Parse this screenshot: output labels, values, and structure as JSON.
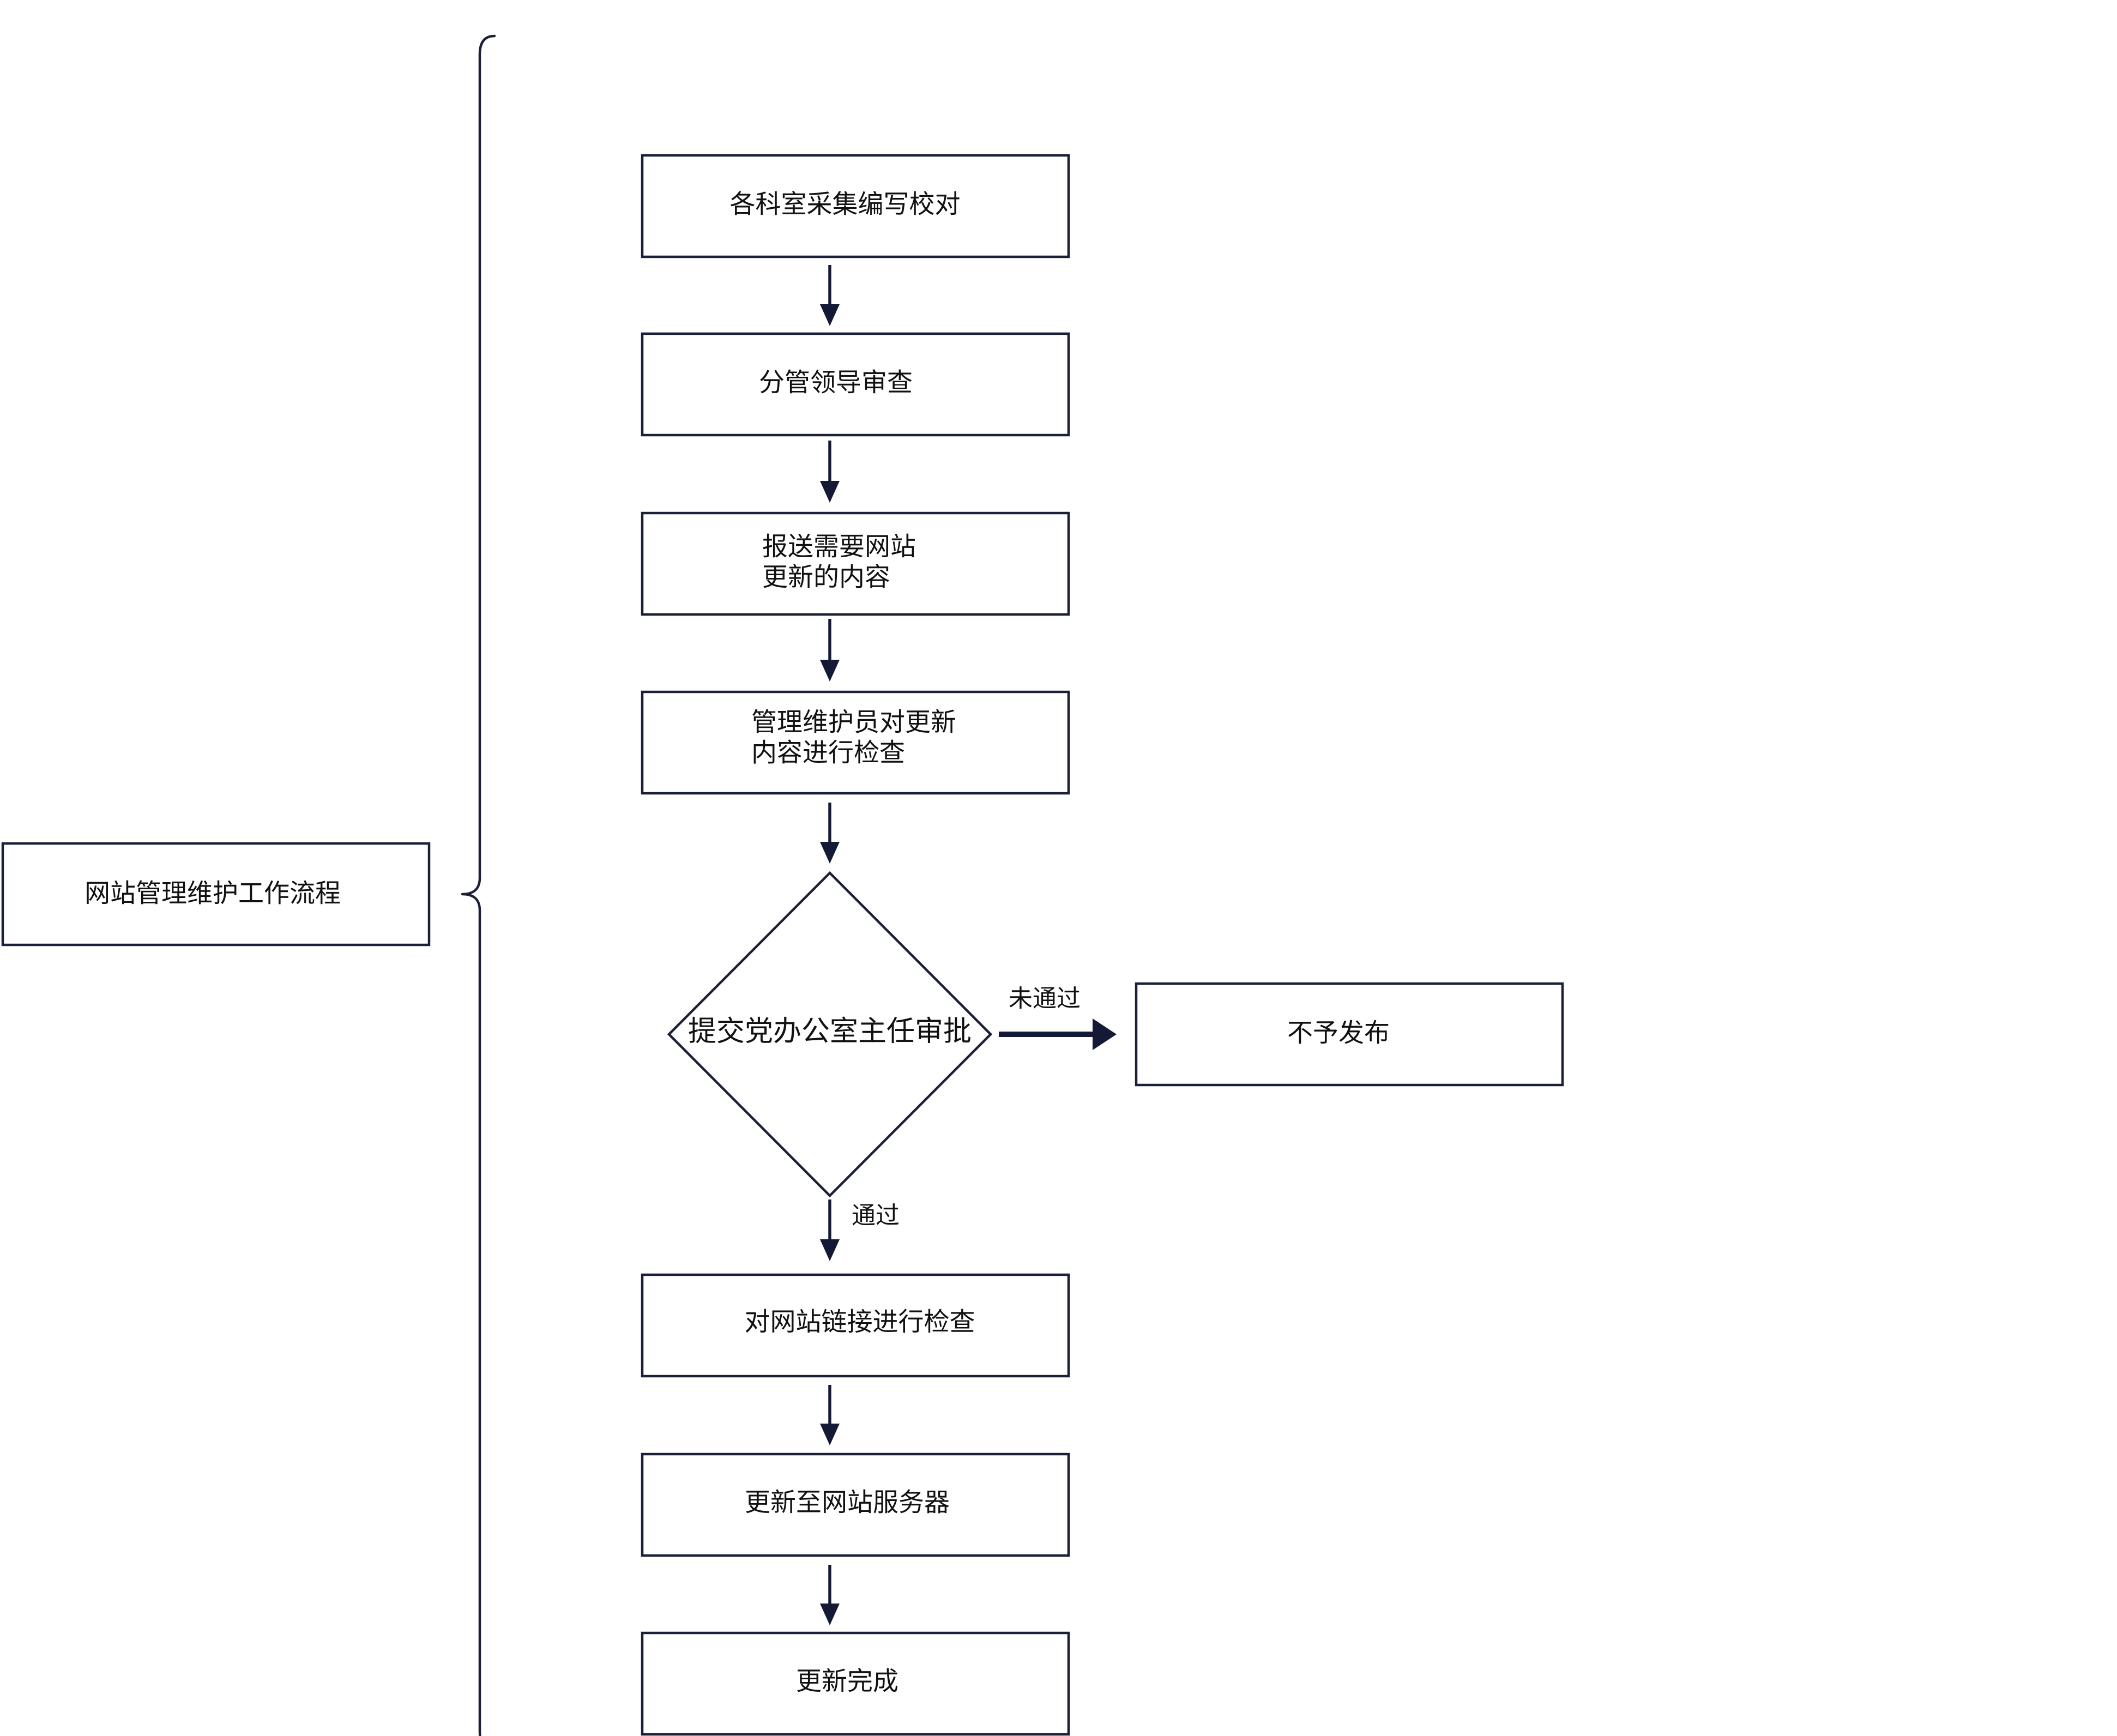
{
  "colors": {
    "stroke": "#1b2038",
    "arrow": "#141a36",
    "text": "#111111",
    "background": "#ffffff"
  },
  "diagram": {
    "root": {
      "label": "网站管理维护工作流程"
    },
    "steps": [
      {
        "id": "collect",
        "lines": [
          "各科室采集编写校对"
        ]
      },
      {
        "id": "review",
        "lines": [
          "分管领导审查"
        ]
      },
      {
        "id": "submit",
        "lines": [
          "报送需要网站",
          "更新的内容"
        ]
      },
      {
        "id": "check",
        "lines": [
          "管理维护员对更新",
          "内容进行检查"
        ]
      },
      {
        "id": "approve",
        "shape": "diamond",
        "lines": [
          "提交党办公室主任审批"
        ]
      },
      {
        "id": "linkcheck",
        "lines": [
          "对网站链接进行检查"
        ]
      },
      {
        "id": "upload",
        "lines": [
          "更新至网站服务器"
        ]
      },
      {
        "id": "done",
        "lines": [
          "更新完成"
        ]
      }
    ],
    "reject": {
      "id": "reject",
      "lines": [
        "不予发布"
      ]
    },
    "edges": {
      "pass": "通过",
      "fail": "未通过"
    }
  }
}
